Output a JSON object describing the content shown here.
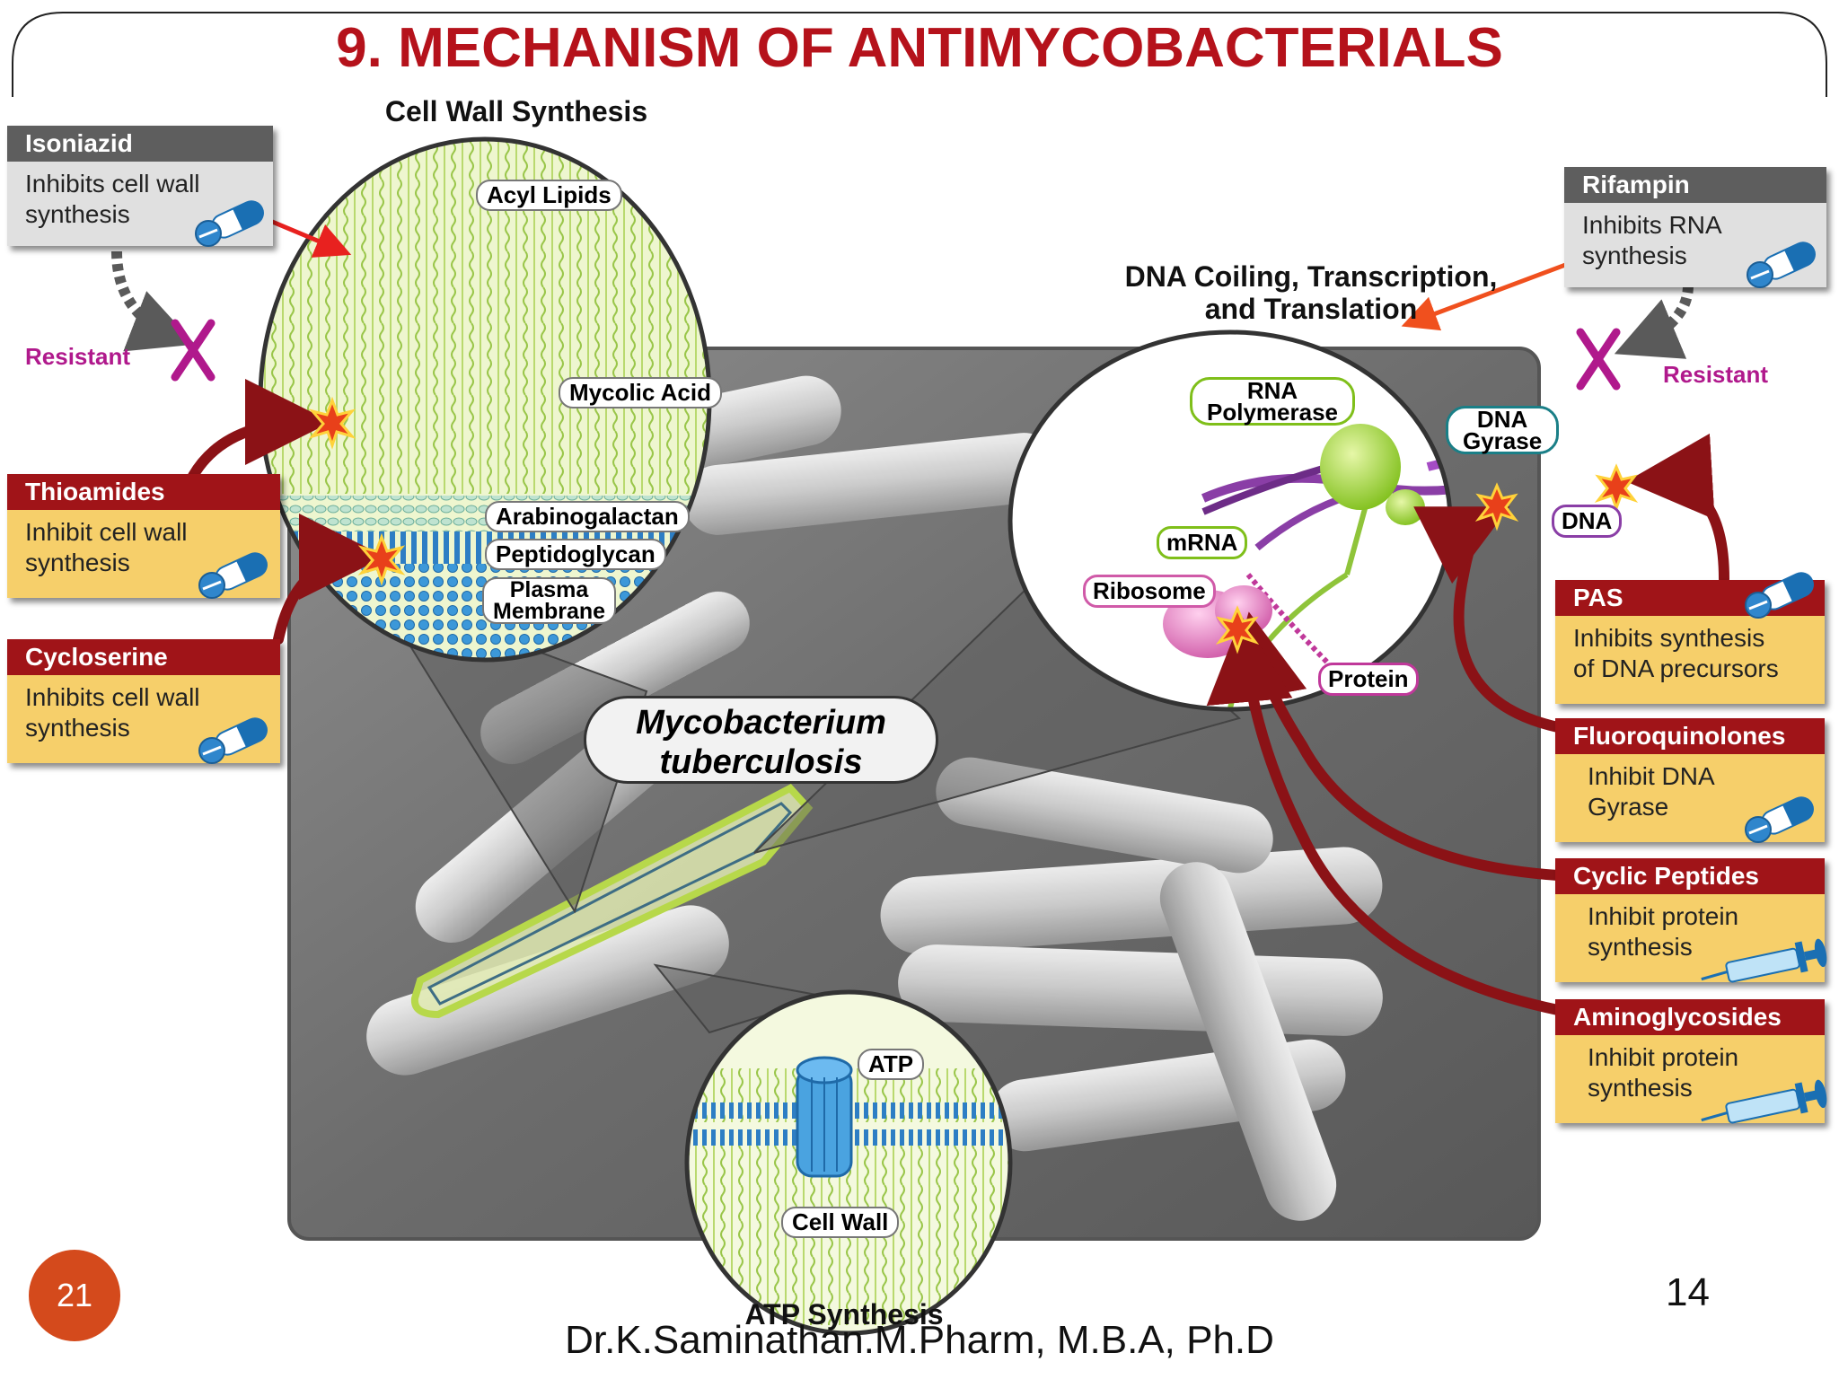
{
  "slide": {
    "title": "9. MECHANISM OF ANTIMYCOBACTERIALS",
    "page_badge": "21",
    "page_number": "14",
    "footer": "Dr.K.Saminathan.M.Pharm, M.B.A, Ph.D"
  },
  "diagram": {
    "section_titles": {
      "cell_wall": "Cell Wall Synthesis",
      "dna_line1": "DNA Coiling, Transcription,",
      "dna_line2": "and Translation",
      "atp": "ATP Synthesis"
    },
    "organism_line1": "Mycobacterium",
    "organism_line2": "tuberculosis",
    "cell_wall_labels": {
      "acyl": "Acyl Lipids",
      "mycolic": "Mycolic Acid",
      "arabino": "Arabinogalactan",
      "peptido": "Peptidoglycan",
      "plasma1": "Plasma",
      "plasma2": "Membrane"
    },
    "dna_labels": {
      "rnapol1": "RNA",
      "rnapol2": "Polymerase",
      "gyrase1": "DNA",
      "gyrase2": "Gyrase",
      "mrna": "mRNA",
      "dna": "DNA",
      "ribosome": "Ribosome",
      "protein": "Protein"
    },
    "atp_labels": {
      "atp": "ATP",
      "cellwall": "Cell Wall"
    },
    "resistant_label": "Resistant",
    "drugs_left": [
      {
        "name": "Isoniazid",
        "line1": "Inhibits cell wall",
        "line2": "synthesis"
      },
      {
        "name": "Thioamides",
        "line1": "Inhibit cell wall",
        "line2": "synthesis"
      },
      {
        "name": "Cycloserine",
        "line1": "Inhibits cell wall",
        "line2": "synthesis"
      }
    ],
    "drugs_right": [
      {
        "name": "Rifampin",
        "line1": "Inhibits RNA",
        "line2": "synthesis"
      },
      {
        "name": "PAS",
        "line1": "Inhibits synthesis",
        "line2": "of DNA precursors"
      },
      {
        "name": "Fluoroquinolones",
        "line1": "Inhibit DNA",
        "line2": "Gyrase"
      },
      {
        "name": "Cyclic Peptides",
        "line1": "Inhibit protein",
        "line2": "synthesis"
      },
      {
        "name": "Aminoglycosides",
        "line1": "Inhibit protein",
        "line2": "synthesis"
      }
    ],
    "icons": {
      "oral_drug": "capsule-pills-icon",
      "injectable_drug": "syringe-icon",
      "resistance": "x-cross-icon",
      "target_hit": "starburst-icon"
    },
    "colors": {
      "title_red": "#b5121b",
      "resistant_magenta": "#b0198c",
      "inhibit_arrow": "#8b1216",
      "resist_arrow": "#5a5a5a",
      "pointer_arrow_left": "#e8211f",
      "pointer_arrow_right": "#f0501e"
    }
  }
}
